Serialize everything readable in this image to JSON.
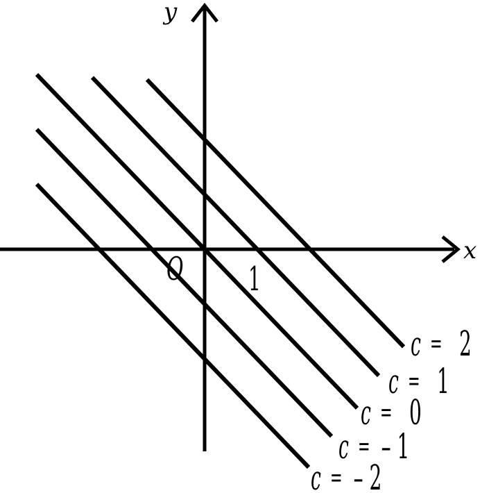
{
  "axes": {
    "x_label": "x",
    "y_label": "y",
    "origin_label": "O",
    "tick_x": "1"
  },
  "lines": [
    {
      "c": 2,
      "var": "c",
      "eq": "=",
      "value": "2"
    },
    {
      "c": 1,
      "var": "c",
      "eq": "=",
      "value": "1"
    },
    {
      "c": 0,
      "var": "c",
      "eq": "=",
      "value": "0"
    },
    {
      "c": -1,
      "var": "c",
      "eq": "=",
      "value": "– 1"
    },
    {
      "c": -2,
      "var": "c",
      "eq": "=",
      "value": "– 2"
    }
  ],
  "colors": {
    "ink": "#000000",
    "background": "#ffffff"
  }
}
